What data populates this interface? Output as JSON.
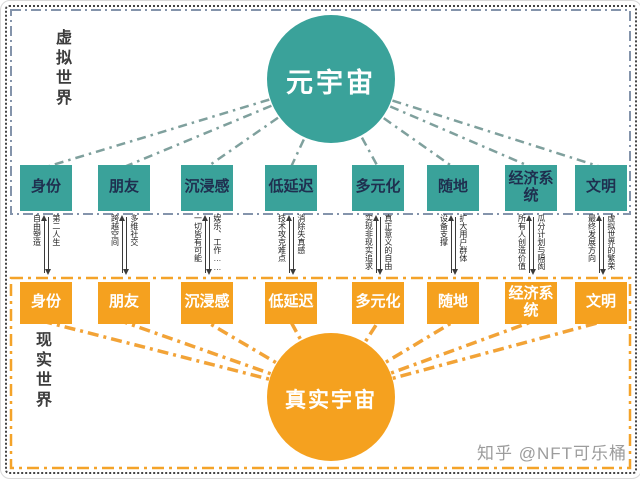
{
  "page": {
    "virtual_world_label": "虚拟世界",
    "real_world_label": "现实世界",
    "watermark": "知乎 @NFT可乐桶"
  },
  "metaverse": {
    "label": "元宇宙"
  },
  "real_universe": {
    "label": "真实宇宙"
  },
  "columns": [
    {
      "name": "身份",
      "up": "自由塑造",
      "down": "第二人生"
    },
    {
      "name": "朋友",
      "up": "跨越空间",
      "down": "多维社交"
    },
    {
      "name": "沉浸感",
      "up": "一切皆有可能",
      "down": "娱乐、工作……"
    },
    {
      "name": "低延迟",
      "up": "技术攻克难点",
      "down": "消除失真感"
    },
    {
      "name": "多元化",
      "up": "实现非现实追求",
      "down": "真正意义的自由"
    },
    {
      "name": "随地",
      "up": "设备支撑",
      "down": "扩大用户群体"
    },
    {
      "name": "经济系统",
      "up": "所有人创造价值",
      "down": "瓜分计划与隔阂"
    },
    {
      "name": "文明",
      "up": "最终发展方向",
      "down": "虚拟世界的繁荣"
    }
  ],
  "colors": {
    "teal": "#3aa29a",
    "orange": "#f5a11f",
    "virtual_border": "#8494ab",
    "real_border": "#f4a329",
    "teal_connector": "#7fa09d",
    "orange_connector": "#f2a337"
  }
}
